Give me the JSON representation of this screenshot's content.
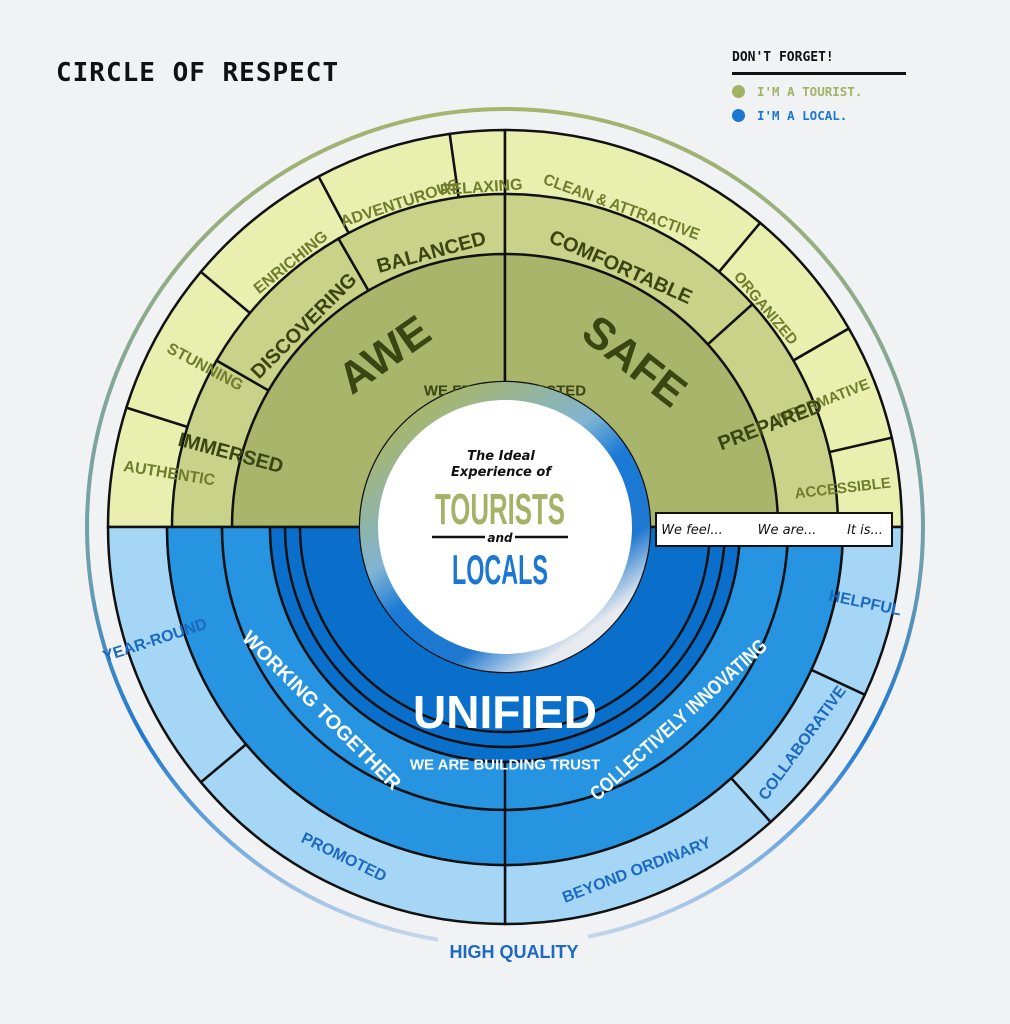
{
  "title": "CIRCLE OF RESPECT",
  "legend": {
    "heading": "DON'T FORGET!",
    "items": [
      {
        "label": "I'M A TOURIST.",
        "color": "#a3b264"
      },
      {
        "label": "I'M A LOCAL.",
        "color": "#1b77d2"
      }
    ]
  },
  "center": {
    "line1": "The Ideal",
    "line2": "Experience of",
    "tourists": "TOURISTS",
    "and": "and",
    "locals": "LOCALS"
  },
  "key": {
    "feel": "We feel...",
    "are": "We are...",
    "is": "It is..."
  },
  "tourist_ring": {
    "inner_label": "WE FEEL RESPECTED",
    "feel": [
      "AWE",
      "SAFE"
    ],
    "are": [
      "IMMERSED",
      "DISCOVERING",
      "BALANCED",
      "COMFORTABLE",
      "PREPARED"
    ],
    "is": [
      "AUTHENTIC",
      "STUNNING",
      "ENRICHING",
      "ADVENTUROUS",
      "RELAXING",
      "CLEAN & ATTRACTIVE",
      "ORGANIZED",
      "INFORMATIVE",
      "ACCESSIBLE"
    ]
  },
  "local_ring": {
    "inner_label": "WE ARE BUILDING TRUST",
    "feel": "UNIFIED",
    "are": [
      "WORKING TOGETHER",
      "COLLECTIVELY INNOVATING"
    ],
    "is": [
      "HELPFUL",
      "COLLABORATIVE",
      "BEYOND ORDINARY",
      "PROMOTED",
      "YEAR-ROUND"
    ]
  },
  "outer_label": "HIGH QUALITY",
  "colors": {
    "tourist_dark": "#a8b56b",
    "tourist_mid": "#c8d288",
    "tourist_light": "#e8efaf",
    "local_dark": "#0a6fcb",
    "local_mid": "#2694e0",
    "local_light": "#a6d6f6",
    "tourist_text_dark": "#3a4512",
    "tourist_text_light": "#6f7d2d",
    "local_text_light": "#1b69c2"
  }
}
